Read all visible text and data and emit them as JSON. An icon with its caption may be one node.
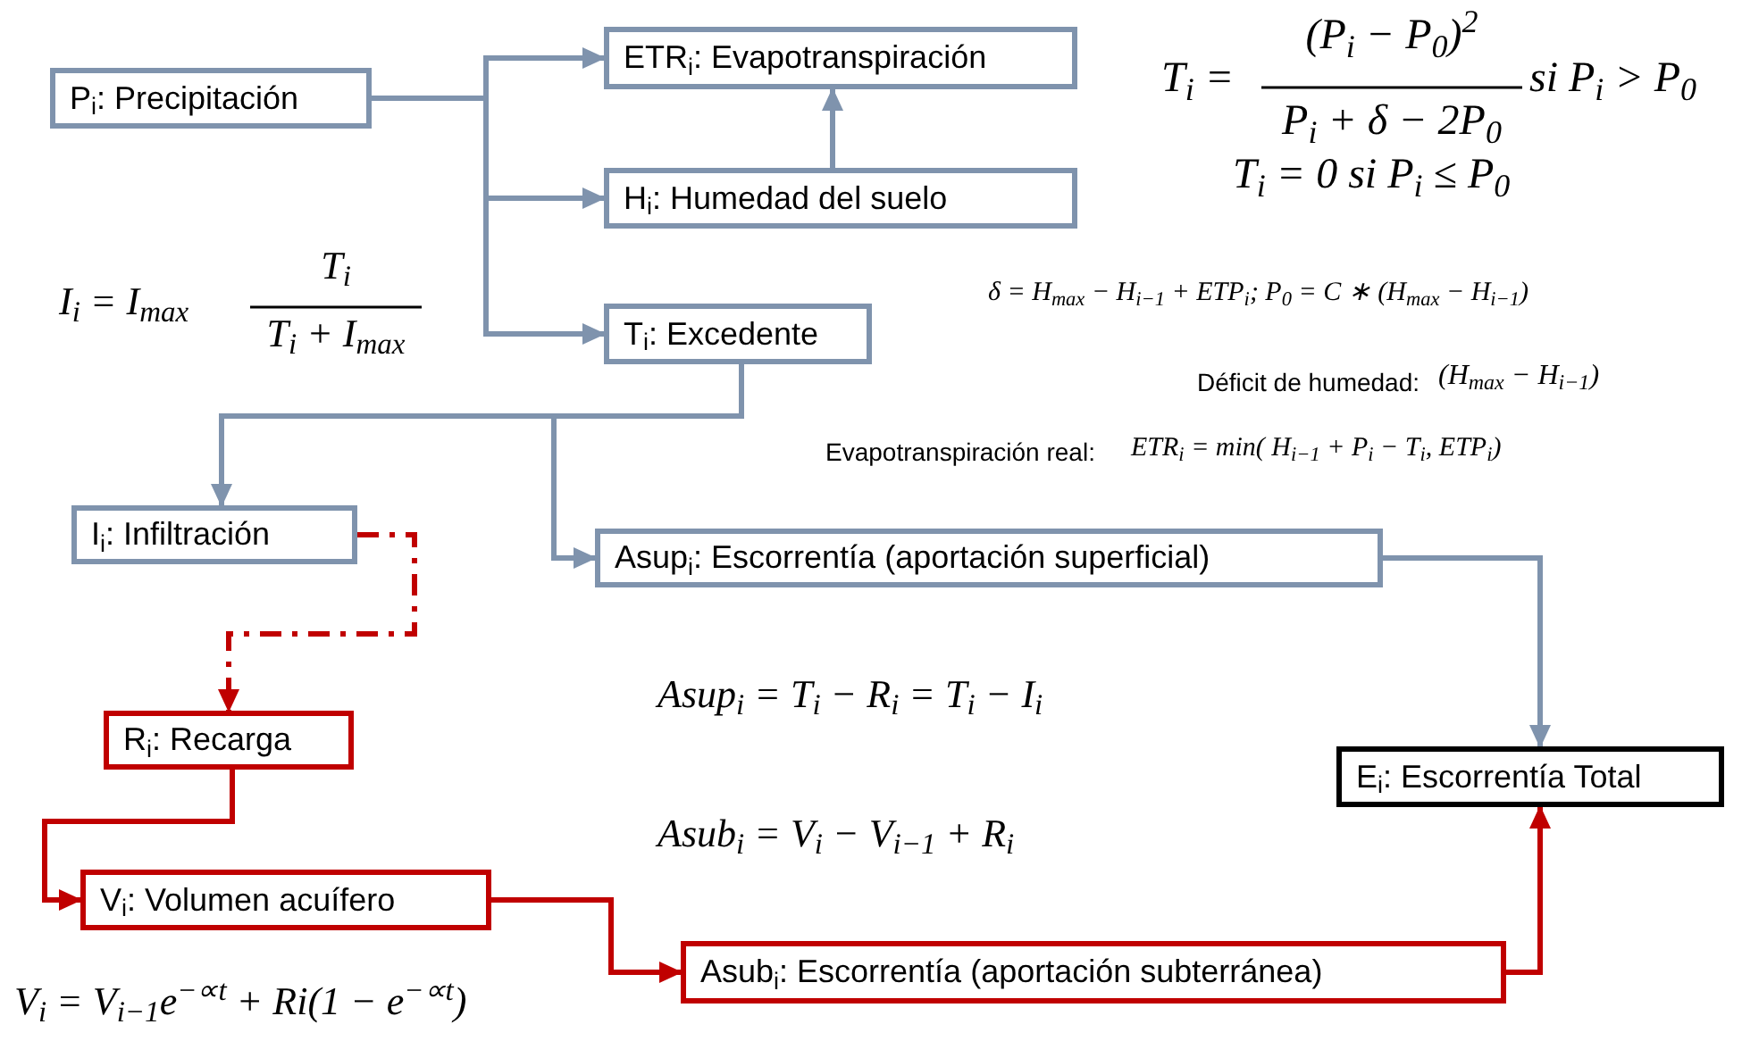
{
  "diagram": {
    "nodes": [
      {
        "text": [
          "P$_{i}$: Precipitación"
        ]
      },
      {
        "text": [
          "ETR$_{i}$: Evapotranspiración"
        ]
      },
      {
        "text": [
          "H$_{i}$: Humedad del suelo"
        ]
      },
      {
        "text": [
          "T$_{i}$: Excedente"
        ]
      },
      {
        "text": [
          "I$_{i}$: Infiltración"
        ]
      },
      {
        "text": [
          "Asup$_{i}$: Escorrentía (aportación superficial)"
        ]
      },
      {
        "text": [
          "R$_{i}$: Recarga"
        ]
      },
      {
        "text": [
          "E$_{i}$: Escorrentía Total"
        ]
      },
      {
        "text": [
          "V$_{i}$: Volumen acuífero"
        ]
      },
      {
        "text": [
          "Asub$_{i}$: Escorrentía (aportación subterránea)"
        ]
      }
    ],
    "edges": [
      {
        "from": 0,
        "to": 1,
        "arrow": "to"
      },
      {
        "from": 0,
        "to": 2,
        "arrow": "to"
      },
      {
        "from": 0,
        "to": 3,
        "arrow": "to"
      },
      {
        "from": 2,
        "to": 1,
        "arrow": "to"
      },
      {
        "from": 3,
        "to": 4,
        "arrow": "to"
      },
      {
        "from": 3,
        "to": 5,
        "arrow": "to"
      },
      {
        "from": 4,
        "to": 6,
        "arrow": "to",
        "style": "dashed",
        "color": "#c00000"
      },
      {
        "from": 6,
        "to": 8,
        "arrow": "to",
        "color": "#c00000"
      },
      {
        "from": 8,
        "to": 9,
        "arrow": "to",
        "color": "#c00000"
      },
      {
        "from": 9,
        "to": 7,
        "arrow": "to",
        "color": "#c00000"
      },
      {
        "from": 5,
        "to": 7,
        "arrow": "to"
      }
    ],
    "labels": [
      "T$_{i}$ =",
      "(P$_{i}$ − P$_{0}$)$^{2}$",
      "P$_{i}$ + δ − 2P$_{0}$",
      "si P$_{i}$ > P$_{0}$",
      "T$_{i}$ = 0 si P$_{i}$ ≤ P$_{0}$",
      "I$_{i}$ = I$_{max}$",
      "T$_{i}$",
      "T$_{i}$ + I$_{max}$",
      "δ = H$_{max}$ − H$_{i−1}$ + ETP$_{i}$; P$_{0}$ = C ∗ (H$_{max}$ − H$_{i−1}$)",
      "Déficit de humedad:",
      "(H$_{max}$ − H$_{i−1}$)",
      "Evapotranspiración real:",
      "ETR$_{i}$ = min( H$_{i−1}$ + P$_{i}$ − T$_{i}$, ETP$_{i}$)",
      "Asup$_{i}$ = T$_{i}$ − R$_{i}$ = T$_{i}$ − I$_{i}$",
      "Asub$_{i}$ = V$_{i}$ − V$_{i−1}$ + R$_{i}$",
      "V$_{i}$ = V$_{i−1}$e$^{−∝t}$ + Ri(1 − e$^{−∝t}$)"
    ]
  }
}
